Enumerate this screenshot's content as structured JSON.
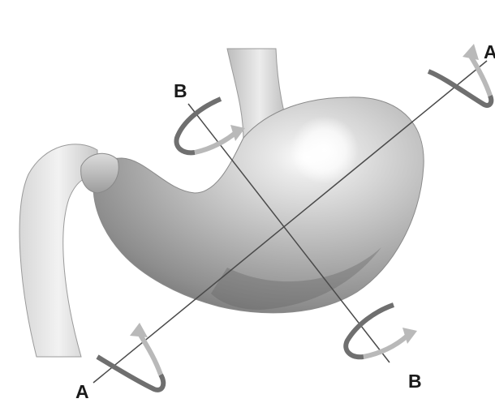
{
  "labels": {
    "axis_a_start": "A",
    "axis_a_end": "A",
    "axis_b_start": "B",
    "axis_b_end": "B"
  },
  "colors": {
    "background": "#ffffff",
    "axis_line": "#4a4a4a",
    "rotation_arrow_dark": "#6f6f6f",
    "rotation_arrow_light": "#b9b9b9"
  }
}
